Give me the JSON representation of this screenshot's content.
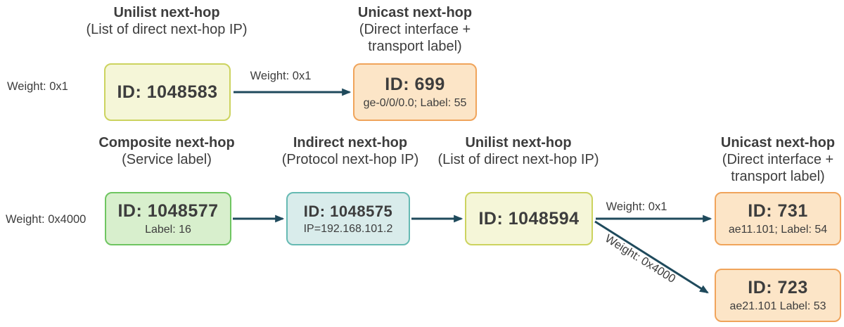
{
  "colors": {
    "arrow": "#1f4a5c",
    "text": "#3d3d3d",
    "unilist_fill": "#f5f6d8",
    "unilist_border": "#ccd35f",
    "unicast_fill": "#fce5c7",
    "unicast_border": "#f0a45b",
    "composite_fill": "#d8efcd",
    "composite_border": "#6fc561",
    "indirect_fill": "#d9eceb",
    "indirect_border": "#66bab3"
  },
  "row1": {
    "weight_caption": "Weight: 0x1",
    "heading_unilist": {
      "title": "Unilist next-hop",
      "subtitle": "(List of direct next-hop IP)"
    },
    "heading_unicast": {
      "title": "Unicast next-hop",
      "subtitle_line1": "(Direct interface +",
      "subtitle_line2": "transport label)"
    },
    "node_unilist": {
      "id": "ID: 1048583"
    },
    "edge_weight": "Weight: 0x1",
    "node_unicast": {
      "id": "ID: 699",
      "detail": "ge-0/0/0.0; Label: 55"
    }
  },
  "row2": {
    "weight_caption": "Weight: 0x4000",
    "heading_composite": {
      "title": "Composite next-hop",
      "subtitle": "(Service label)"
    },
    "heading_indirect": {
      "title": "Indirect next-hop",
      "subtitle": "(Protocol next-hop IP)"
    },
    "heading_unilist": {
      "title": "Unilist next-hop",
      "subtitle": "(List of direct next-hop IP)"
    },
    "heading_unicast": {
      "title": "Unicast next-hop",
      "subtitle_line1": "(Direct interface +",
      "subtitle_line2": "transport label)"
    },
    "node_composite": {
      "id": "ID: 1048577",
      "detail": "Label: 16"
    },
    "node_indirect": {
      "id": "ID: 1048575",
      "detail": "IP=192.168.101.2"
    },
    "node_unilist": {
      "id": "ID: 1048594"
    },
    "edge_weight_top": "Weight: 0x1",
    "edge_weight_bottom": "Weight: 0x4000",
    "node_unicast_top": {
      "id": "ID: 731",
      "detail": "ae11.101; Label: 54"
    },
    "node_unicast_bottom": {
      "id": "ID: 723",
      "detail": "ae21.101 Label: 53"
    }
  }
}
